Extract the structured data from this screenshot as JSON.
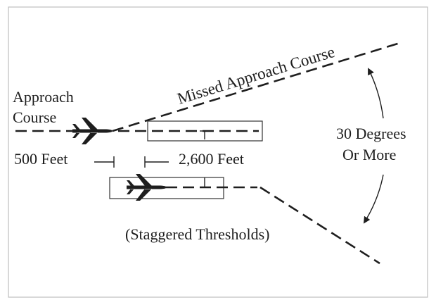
{
  "labels": {
    "approach_line1": "Approach",
    "approach_line2": "Course",
    "missed_approach": "Missed Approach Course",
    "feet_500": "500 Feet",
    "feet_2600": "2,600 Feet",
    "degrees_line1": "30 Degrees",
    "degrees_line2": "Or More",
    "staggered": "(Staggered Thresholds)"
  },
  "icons": {
    "upper_aircraft": "airplane-icon",
    "lower_aircraft": "airplane-icon"
  },
  "colors": {
    "ink": "#1e1e1e",
    "frame": "#bdbdbd",
    "background": "#ffffff"
  }
}
